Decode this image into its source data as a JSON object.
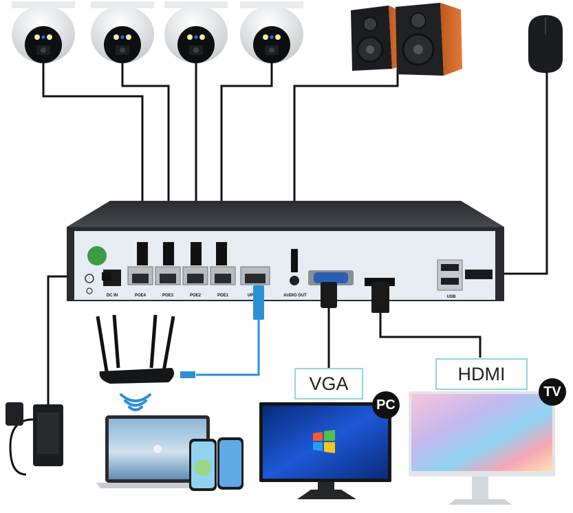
{
  "nvr": {
    "ports": {
      "dc_in": "DC IN",
      "poe4": "POE4",
      "poe3": "POE3",
      "poe2": "POE2",
      "poe1": "POE1",
      "uplink": "UPLINK",
      "audio_out": "AUDIO OUT",
      "usb": "USB"
    }
  },
  "labels": {
    "vga": "VGA",
    "hdmi": "HDMI",
    "pc": "PC",
    "tv": "TV"
  },
  "colors": {
    "label_border": "#8fd3e6",
    "cable": "#111111",
    "lan_cable": "#2b8fd6",
    "nvr_panel": "#e6ecf2"
  }
}
